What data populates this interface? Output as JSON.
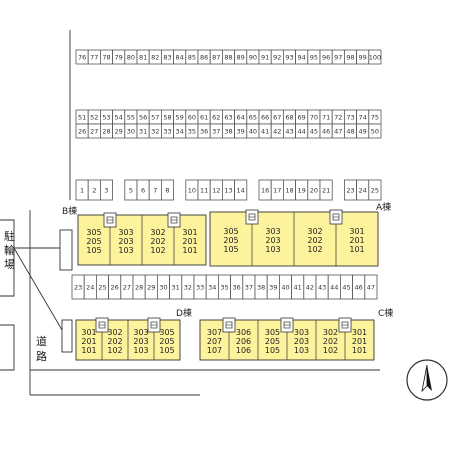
{
  "parking_rows": [
    {
      "numbers": [
        "76",
        "77",
        "78",
        "79",
        "80",
        "81",
        "82",
        "83",
        "84",
        "85",
        "86",
        "87",
        "88",
        "89",
        "90",
        "91",
        "92",
        "93",
        "94",
        "95",
        "96",
        "97",
        "98",
        "99",
        "100"
      ]
    },
    {
      "numbers": [
        "51",
        "52",
        "53",
        "54",
        "55",
        "56",
        "57",
        "58",
        "59",
        "60",
        "61",
        "62",
        "63",
        "64",
        "65",
        "66",
        "67",
        "68",
        "69",
        "70",
        "71",
        "72",
        "73",
        "74",
        "75"
      ]
    },
    {
      "numbers": [
        "26",
        "27",
        "28",
        "29",
        "30",
        "31",
        "32",
        "33",
        "34",
        "35",
        "36",
        "37",
        "38",
        "39",
        "40",
        "41",
        "42",
        "43",
        "44",
        "45",
        "46",
        "47",
        "48",
        "49",
        "50"
      ]
    },
    {
      "numbers": [
        "1",
        "2",
        "3",
        "",
        "5",
        "6",
        "7",
        "8",
        "",
        "10",
        "11",
        "12",
        "13",
        "14",
        "",
        "16",
        "17",
        "18",
        "19",
        "20",
        "21",
        "",
        "23",
        "24",
        "25"
      ]
    },
    {
      "numbers": [
        "23",
        "24",
        "25",
        "26",
        "27",
        "28",
        "29",
        "30",
        "31",
        "32",
        "33",
        "34",
        "35",
        "36",
        "37",
        "38",
        "39",
        "40",
        "41",
        "42",
        "43",
        "44",
        "45",
        "46",
        "47"
      ]
    }
  ],
  "buildings": [
    {
      "id": "B",
      "label": "B棟",
      "columns": [
        [
          "305",
          "205",
          "105"
        ],
        [
          "303",
          "203",
          "103"
        ],
        [
          "302",
          "202",
          "102"
        ],
        [
          "301",
          "201",
          "101"
        ]
      ]
    },
    {
      "id": "A",
      "label": "A棟",
      "columns": [
        [
          "305",
          "205",
          "105"
        ],
        [
          "303",
          "203",
          "103"
        ],
        [
          "302",
          "202",
          "102"
        ],
        [
          "301",
          "201",
          "101"
        ]
      ]
    },
    {
      "id": "D",
      "label": "D棟",
      "columns": [
        [
          "301",
          "201",
          "101"
        ],
        [
          "302",
          "202",
          "102"
        ],
        [
          "303",
          "203",
          "103"
        ],
        [
          "305",
          "205",
          "105"
        ]
      ]
    },
    {
      "id": "C",
      "label": "C棟",
      "columns": [
        [
          "307",
          "207",
          "107"
        ],
        [
          "306",
          "206",
          "106"
        ],
        [
          "305",
          "205",
          "105"
        ],
        [
          "303",
          "203",
          "103"
        ],
        [
          "302",
          "202",
          "102"
        ],
        [
          "301",
          "201",
          "101"
        ]
      ]
    }
  ],
  "labels": {
    "bicycle_parking": "駐輪場",
    "road": "道路"
  }
}
